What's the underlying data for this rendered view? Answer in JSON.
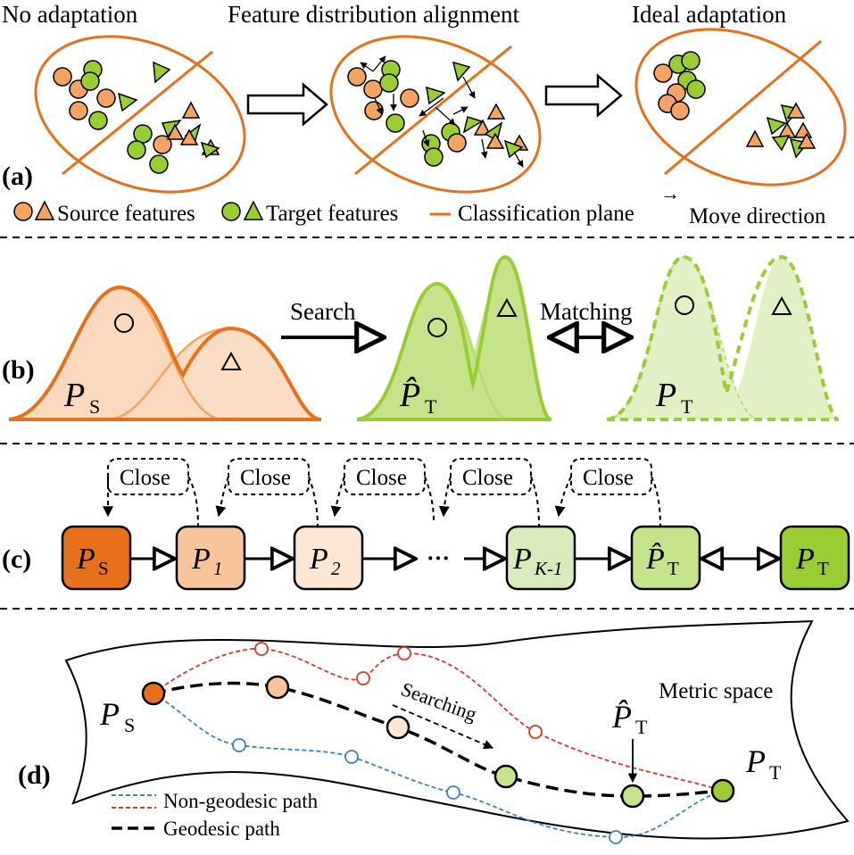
{
  "panel_a": {
    "label": "(a)",
    "titles": [
      "No adaptation",
      "Feature distribution alignment",
      "Ideal adaptation"
    ],
    "legend": {
      "source": "Source features",
      "target": "Target features",
      "plane": "Classification plane",
      "arrow_glyph": "→",
      "move": "Move direction"
    }
  },
  "panel_b": {
    "label": "(b)",
    "search": "Search",
    "matching": "Matching",
    "ps_main": "P",
    "ps_sub": "S",
    "pt_hat_main": "P̂",
    "pt_main": "P",
    "pt_sub": "T"
  },
  "panel_c": {
    "label": "(c)",
    "close": "Close",
    "ellipsis": "···",
    "nodes": [
      {
        "main": "P",
        "sub": "S"
      },
      {
        "main": "P",
        "sub": "1"
      },
      {
        "main": "P",
        "sub": "2"
      },
      {
        "main": "P",
        "sub": "K-1"
      },
      {
        "main": "P̂",
        "sub": "T"
      },
      {
        "main": "P",
        "sub": "T"
      }
    ]
  },
  "panel_d": {
    "label": "(d)",
    "metric_space": "Metric space",
    "searching": "Searching",
    "ps_main": "P",
    "ps_sub": "S",
    "pt_hat_main": "P̂",
    "pt_main": "P",
    "pt_sub": "T",
    "legend_non_geodesic": "Non-geodesic path",
    "legend_geodesic": "Geodesic path"
  },
  "colors": {
    "source": "#f4a460",
    "source_dark": "#e8701a",
    "target": "#9acd32",
    "target_light": "#c5e38a",
    "red_path": "#d73a2a",
    "blue_path": "#3b82c4"
  }
}
